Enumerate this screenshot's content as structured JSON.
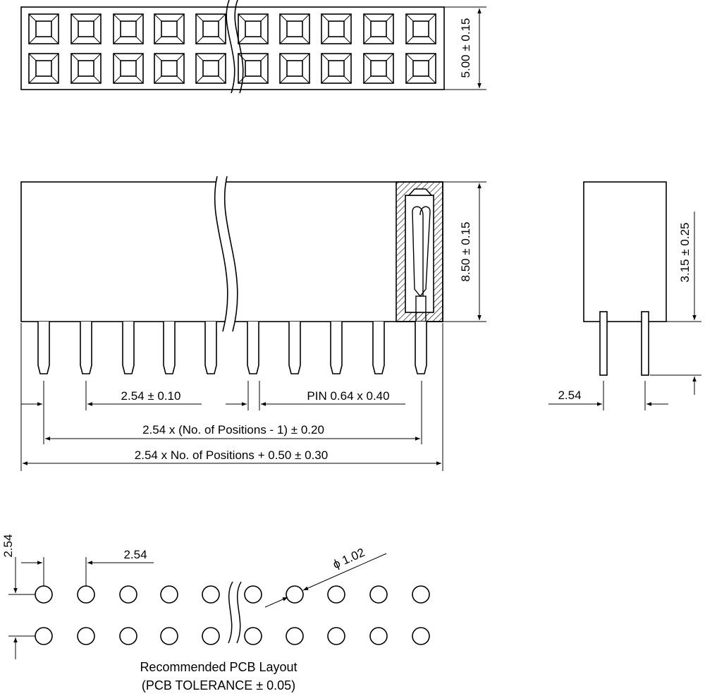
{
  "top_view": {
    "height_dim": "5.00 ± 0.15"
  },
  "side_view": {
    "height_dim": "8.50 ± 0.15",
    "pitch_dim": "2.54 ± 0.10",
    "pin_dim": "PIN 0.64 x 0.40",
    "row_length_dim": "2.54 x (No. of Positions - 1) ± 0.20",
    "total_length_dim": "2.54 x No. of Positions + 0.50 ± 0.30"
  },
  "end_view": {
    "pin_length_dim": "3.15 ± 0.25",
    "row_pitch_dim": "2.54"
  },
  "pcb_layout": {
    "vertical_pitch_dim": "2.54",
    "horizontal_pitch_dim": "2.54",
    "hole_diameter_dim": "ϕ 1.02",
    "caption_line1": "Recommended PCB Layout",
    "caption_line2": "(PCB TOLERANCE ± 0.05)"
  },
  "colors": {
    "line": "#000000",
    "background": "#ffffff"
  }
}
